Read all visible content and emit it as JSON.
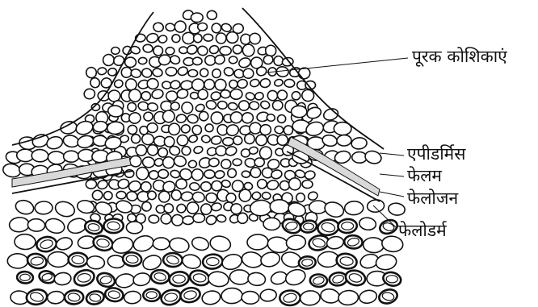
{
  "labels": {
    "complementary_cells": "पूरक कोशिकाएं",
    "epidermis": "एपीडर्मिस",
    "phellem": "फेलम",
    "phellogen": "फेलोजन",
    "phelloderm": "फेलोडर्म"
  },
  "colors": {
    "line": "#111111",
    "background": "#ffffff",
    "stipple": "#d9d9d9"
  }
}
